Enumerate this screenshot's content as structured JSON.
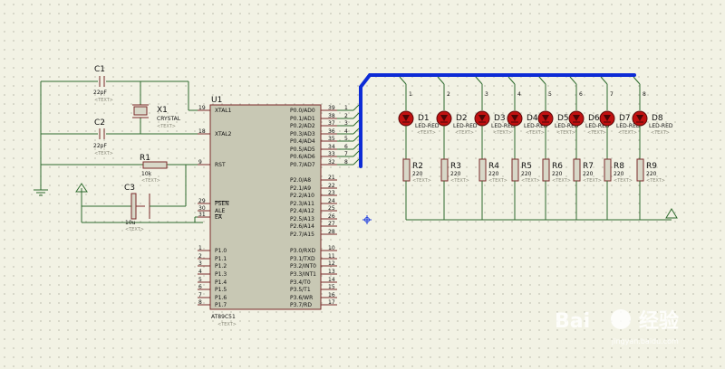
{
  "mcu": {
    "ref": "U1",
    "part": "AT89C51",
    "text": "<TEXT>",
    "left_pins": [
      {
        "num": "19",
        "name": "XTAL1"
      },
      {
        "num": "18",
        "name": "XTAL2"
      },
      {
        "num": "9",
        "name": "RST"
      },
      {
        "num": "29",
        "name": "PSEN"
      },
      {
        "num": "30",
        "name": "ALE"
      },
      {
        "num": "31",
        "name": "EA"
      },
      {
        "num": "1",
        "name": "P1.0"
      },
      {
        "num": "2",
        "name": "P1.1"
      },
      {
        "num": "3",
        "name": "P1.2"
      },
      {
        "num": "4",
        "name": "P1.3"
      },
      {
        "num": "5",
        "name": "P1.4"
      },
      {
        "num": "6",
        "name": "P1.5"
      },
      {
        "num": "7",
        "name": "P1.6"
      },
      {
        "num": "8",
        "name": "P1.7"
      }
    ],
    "right_pins": [
      {
        "num": "39",
        "name": "P0.0/AD0"
      },
      {
        "num": "38",
        "name": "P0.1/AD1"
      },
      {
        "num": "37",
        "name": "P0.2/AD2"
      },
      {
        "num": "36",
        "name": "P0.3/AD3"
      },
      {
        "num": "35",
        "name": "P0.4/AD4"
      },
      {
        "num": "34",
        "name": "P0.5/AD5"
      },
      {
        "num": "33",
        "name": "P0.6/AD6"
      },
      {
        "num": "32",
        "name": "P0.7/AD7"
      },
      {
        "num": "21",
        "name": "P2.0/A8"
      },
      {
        "num": "22",
        "name": "P2.1/A9"
      },
      {
        "num": "23",
        "name": "P2.2/A10"
      },
      {
        "num": "24",
        "name": "P2.3/A11"
      },
      {
        "num": "25",
        "name": "P2.4/A12"
      },
      {
        "num": "26",
        "name": "P2.5/A13"
      },
      {
        "num": "27",
        "name": "P2.6/A14"
      },
      {
        "num": "28",
        "name": "P2.7/A15"
      },
      {
        "num": "10",
        "name": "P3.0/RXD"
      },
      {
        "num": "11",
        "name": "P3.1/TXD"
      },
      {
        "num": "12",
        "name": "P3.2/INT0"
      },
      {
        "num": "13",
        "name": "P3.3/INT1"
      },
      {
        "num": "14",
        "name": "P3.4/T0"
      },
      {
        "num": "15",
        "name": "P3.5/T1"
      },
      {
        "num": "16",
        "name": "P3.6/WR"
      },
      {
        "num": "17",
        "name": "P3.7/RD"
      }
    ],
    "bus_wire_labels": [
      "1",
      "2",
      "3",
      "4",
      "5",
      "6",
      "7",
      "8"
    ]
  },
  "components": {
    "c1": {
      "ref": "C1",
      "value": "22pF",
      "text": "<TEXT>"
    },
    "c2": {
      "ref": "C2",
      "value": "22pF",
      "text": "<TEXT>"
    },
    "c3": {
      "ref": "C3",
      "value": "10u",
      "text": "<TEXT>"
    },
    "x1": {
      "ref": "X1",
      "value": "CRYSTAL",
      "text": "<TEXT>"
    },
    "r1": {
      "ref": "R1",
      "value": "10k",
      "text": "<TEXT>"
    }
  },
  "leds": [
    {
      "ref": "D1",
      "value": "LED-RED",
      "text": "<TEXT>",
      "wire": "1"
    },
    {
      "ref": "D2",
      "value": "LED-RED",
      "text": "<TEXT>",
      "wire": "2"
    },
    {
      "ref": "D3",
      "value": "LED-RED",
      "text": "<TEXT>",
      "wire": "3"
    },
    {
      "ref": "D4",
      "value": "LED-RED",
      "text": "<TEXT>",
      "wire": "4"
    },
    {
      "ref": "D5",
      "value": "LED-RED",
      "text": "<TEXT>",
      "wire": "5"
    },
    {
      "ref": "D6",
      "value": "LED-RED",
      "text": "<TEXT>",
      "wire": "6"
    },
    {
      "ref": "D7",
      "value": "LED-RED",
      "text": "<TEXT>",
      "wire": "7"
    },
    {
      "ref": "D8",
      "value": "LED-RED",
      "text": "<TEXT>",
      "wire": "8"
    }
  ],
  "resistors": [
    {
      "ref": "R2",
      "value": "220",
      "text": "<TEXT>"
    },
    {
      "ref": "R3",
      "value": "220",
      "text": "<TEXT>"
    },
    {
      "ref": "R4",
      "value": "220",
      "text": "<TEXT>"
    },
    {
      "ref": "R5",
      "value": "220",
      "text": "<TEXT>"
    },
    {
      "ref": "R6",
      "value": "220",
      "text": "<TEXT>"
    },
    {
      "ref": "R7",
      "value": "220",
      "text": "<TEXT>"
    },
    {
      "ref": "R8",
      "value": "220",
      "text": "<TEXT>"
    },
    {
      "ref": "R9",
      "value": "220",
      "text": "<TEXT>"
    }
  ],
  "watermark": {
    "brand": "Bai",
    "brand2": "经验",
    "url": "jingyan.baidu.com"
  },
  "colors": {
    "wire": "#2e6b2e",
    "bus": "#0d2bd6",
    "led": "#c01010",
    "chip": "#c8c8b4",
    "background": "#f2f2e4"
  }
}
